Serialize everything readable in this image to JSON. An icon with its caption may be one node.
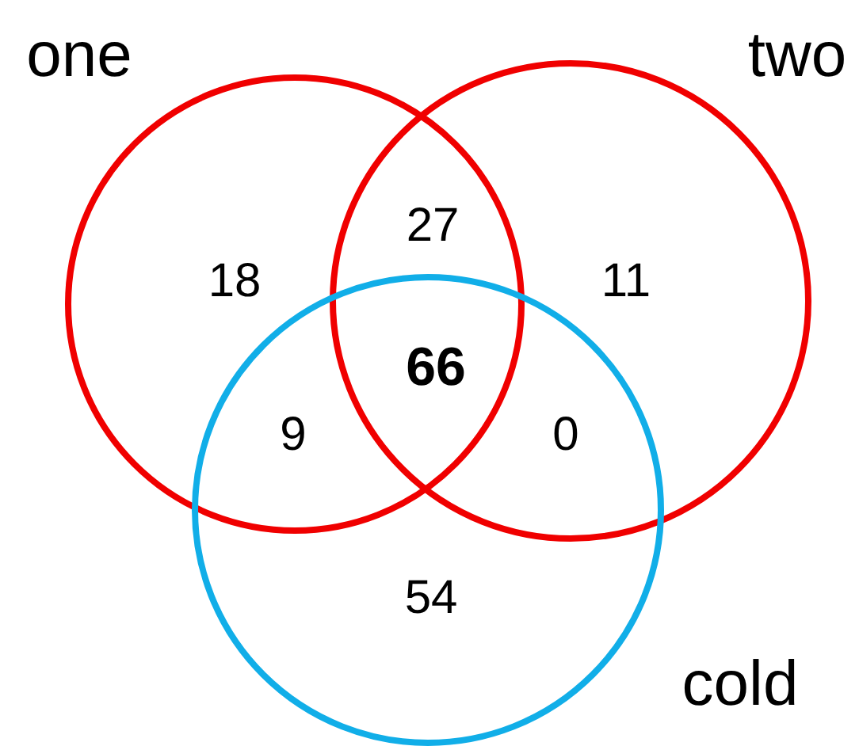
{
  "diagram": {
    "nodes": [
      {
        "text": [
          "one"
        ]
      },
      {
        "text": [
          "two"
        ]
      },
      {
        "text": [
          "cold"
        ]
      }
    ],
    "labels": [
      "18",
      "27",
      "11",
      "66",
      "9",
      "0",
      "54"
    ]
  }
}
